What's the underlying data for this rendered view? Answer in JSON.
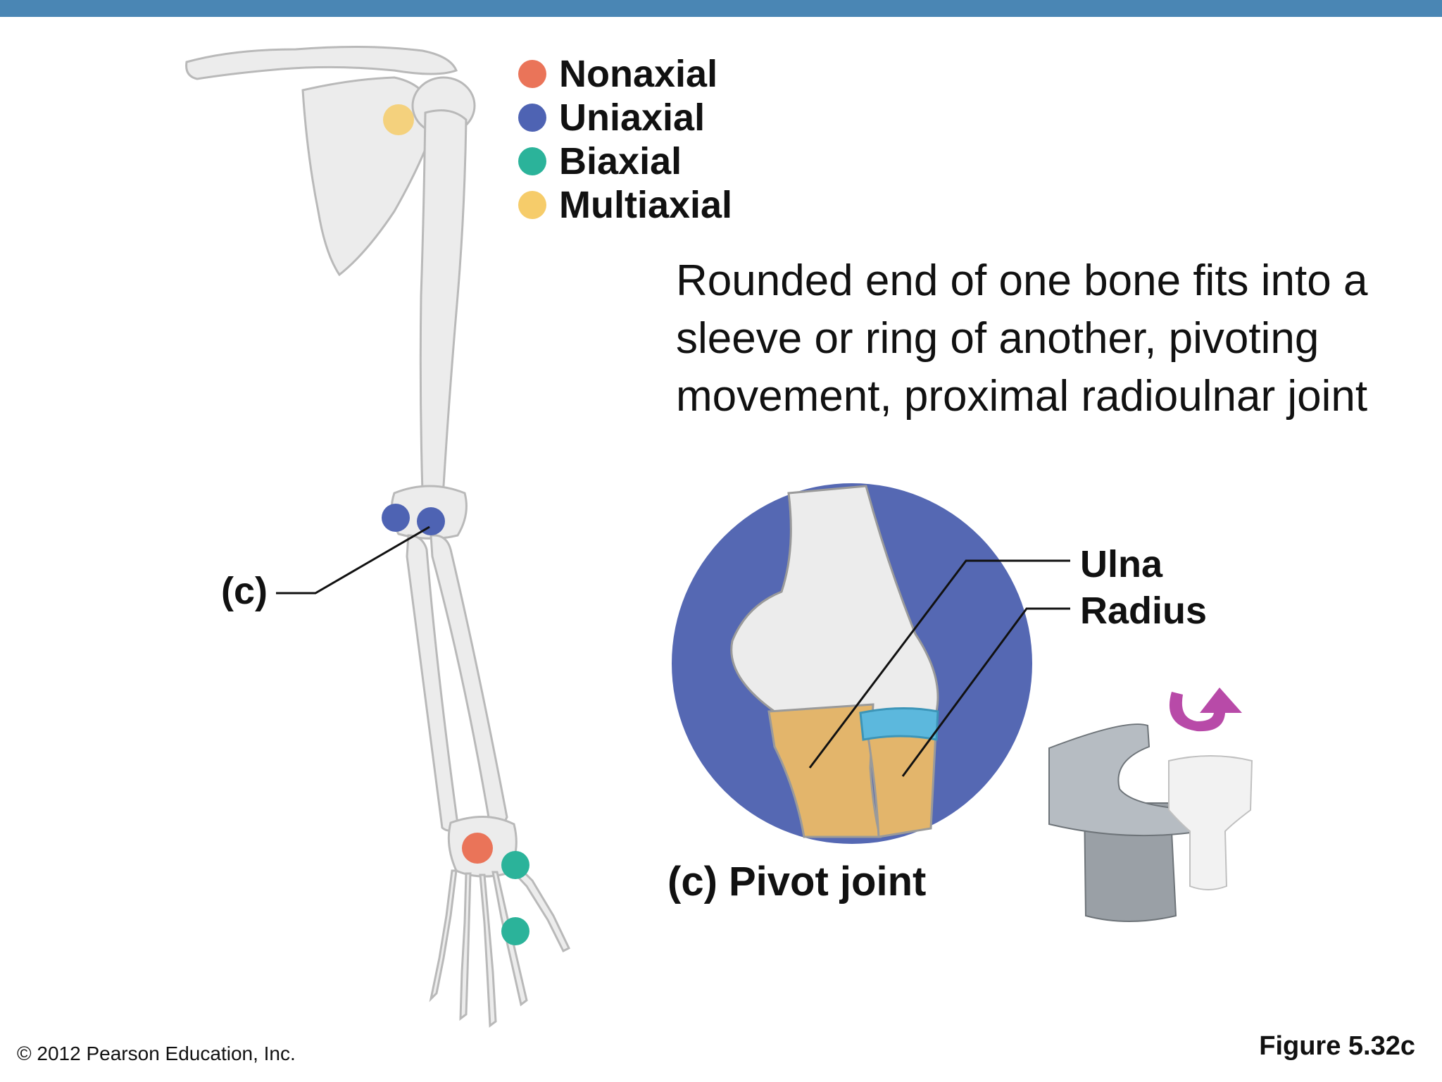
{
  "colors": {
    "top_bar": "#4a86b4",
    "nonaxial": "#ea7459",
    "uniaxial": "#4e63b3",
    "biaxial": "#2bb39a",
    "multiaxial": "#f6cc6a",
    "circle_bg": "#5568b3",
    "bone_white": "#ececec",
    "bone_tan": "#e3b56b",
    "cartilage": "#5cb8dd",
    "arrow": "#b84aa8",
    "model_metal": "#9aa0a6"
  },
  "legend": [
    {
      "label": "Nonaxial",
      "color": "#ea7459"
    },
    {
      "label": "Uniaxial",
      "color": "#4e63b3"
    },
    {
      "label": "Biaxial",
      "color": "#2bb39a"
    },
    {
      "label": "Multiaxial",
      "color": "#f6cc6a"
    }
  ],
  "description": "Rounded end of one bone fits into a sleeve or ring of another, pivoting movement, proximal radioulnar joint",
  "labels": {
    "c_marker": "(c)",
    "ulna": "Ulna",
    "radius": "Radius",
    "pivot_caption": "(c) Pivot joint"
  },
  "footer": {
    "copyright": "© 2012 Pearson Education, Inc.",
    "figure": "Figure 5.32c"
  }
}
